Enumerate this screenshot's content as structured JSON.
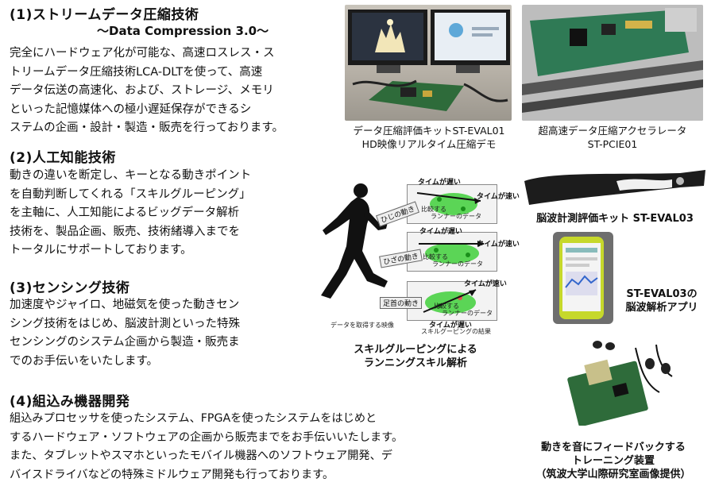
{
  "sections": {
    "s1": {
      "title": "(1)ストリームデータ圧縮技術",
      "subtitle": "～Data Compression 3.0～",
      "lines": [
        "完全にハードウェア化が可能な、高速ロスレス・ス",
        "トリームデータ圧縮技術LCA-DLTを使って、高速",
        "データ伝送の高速化、および、ストレージ、メモリ",
        "といった記憶媒体への極小遅延保存ができるシ",
        "ステムの企画・設計・製造・販売を行っております。"
      ]
    },
    "s2": {
      "title": "(2)人工知能技術",
      "lines": [
        "動きの違いを断定し、キーとなる動きポイント",
        "を自動判断してくれる「スキルグルーピング」",
        "を主軸に、人工知能によるビッグデータ解析",
        "技術を、製品企画、販売、技術緒導入までを",
        "トータルにサポートしております。"
      ]
    },
    "s3": {
      "title": "(3)センシング技術",
      "lines": [
        "加速度やジャイロ、地磁気を使った動きセン",
        "シング技術をはじめ、脳波計測といった特殊",
        "センシングのシステム企画から製造・販売ま",
        "でのお手伝いをいたします。"
      ]
    },
    "s4": {
      "title": "(4)組込み機器開発",
      "lines": [
        "組込みプロセッサを使ったシステム、FPGAを使ったシステムをはじめと",
        "するハードウェア・ソフトウェアの企画から販売までをお手伝いいたします。",
        "また、タブレットやスマホといったモバイル機器へのソフトウェア開発、デ",
        "バイスドライバなどの特殊ミドルウェア開発も行っております。"
      ]
    }
  },
  "captions": {
    "eval_kit": [
      "データ圧縮評価キットST-EVAL01",
      "HD映像リアルタイム圧縮デモ"
    ],
    "accelerator": [
      "超高速データ圧縮アクセラレータ",
      "ST-PCIE01"
    ],
    "skill": [
      "スキルグルーピングによる",
      "ランニングスキル解析"
    ],
    "eeg_kit": "脳波計測評価キット ST-EVAL03",
    "eeg_app": [
      "ST-EVAL03の",
      "脳波解析アプリ"
    ],
    "trainer": [
      "動きを音にフィードバックする",
      "トレーニング装置",
      "（筑波大学山際研究室画像提供）"
    ]
  },
  "skill_figure": {
    "panels": [
      {
        "tag": "ひじの動き",
        "slow": "タイムが遅い",
        "fast": "タイムが速い",
        "compare": "比較する",
        "runner": "ランナーのデータ"
      },
      {
        "tag": "ひざの動き",
        "slow": "タイムが遅い",
        "fast": "タイムが速い",
        "compare": "比較する",
        "runner": "ランナーのデータ"
      },
      {
        "tag": "足首の動き",
        "slow": "タイムが遅い",
        "fast": "タイムが速い",
        "compare": "比較する",
        "runner": "ランナーのデータ"
      }
    ],
    "left_label": "データを取得する映像",
    "right_label": "スキルグーピングの結果"
  },
  "colors": {
    "pcb_green": "#2e6b3a",
    "scatter_green": "#3fcf3a",
    "arrow": "#111111"
  }
}
